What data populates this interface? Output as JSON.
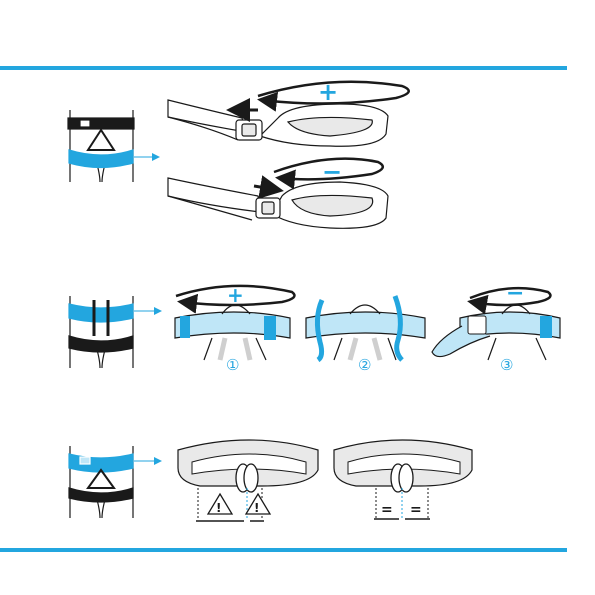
{
  "colors": {
    "accent": "#23a6df",
    "accent_light": "#bfe6f7",
    "ink": "#1a1a1a",
    "strap": "#e9e9e9",
    "strap_dark": "#cfcfcf"
  },
  "icons": {
    "tighten": "plus-icon",
    "loosen": "minus-icon",
    "warning": "warning-triangle-icon",
    "equal": "equal-sign-icon"
  },
  "panel1": {
    "tighten_sign": "+",
    "loosen_sign": "−"
  },
  "panel2": {
    "tighten_sign": "+",
    "loosen_sign": "−",
    "steps": [
      "①",
      "②",
      "③"
    ]
  },
  "panel3": {
    "warning_sign": "!",
    "equal_sign": "="
  }
}
